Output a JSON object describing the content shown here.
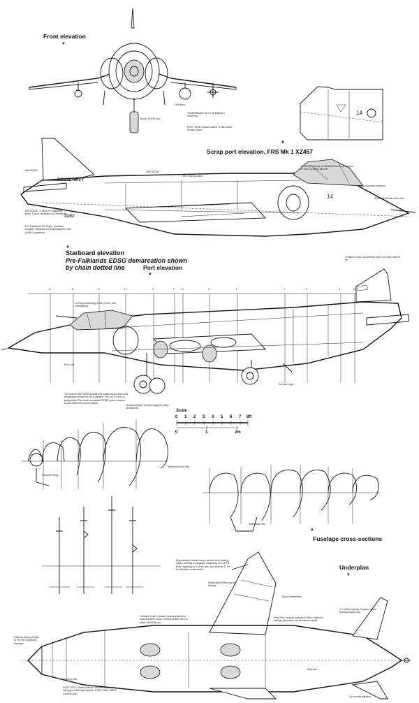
{
  "headings": {
    "front_elevation": "Front elevation",
    "scrap_port": "Scrap port elevation, FRS Mk 1 XZ457",
    "starboard_elevation": "Starboard elevation",
    "starboard_sub_1": "Pre-Falklands EDSG demarcation shown",
    "starboard_sub_2": "by chain dotted line",
    "port_elevation": "Port elevation",
    "fuselage_cross_sections": "Fuselage cross-sections",
    "underplan": "Underplan"
  },
  "markings": {
    "royal_navy": "ROYAL NAVY",
    "serial": "XZ457",
    "fin_code": "14",
    "nose_numbers": "14"
  },
  "scale": {
    "title": "Scale",
    "feet": [
      "0",
      "1",
      "2",
      "3",
      "4",
      "5",
      "6",
      "7",
      "8ft"
    ],
    "metres": [
      "0",
      "1",
      "2m"
    ]
  },
  "stations": [
    "A",
    "B",
    "C",
    "D",
    "E",
    "F",
    "G",
    "H",
    "I",
    "J",
    "K",
    "L",
    "M"
  ],
  "notes": {
    "fuel_tank": "Fuel tank.",
    "sidewinder": "'SIDEWINDER' Air to Air Missile & mounting.",
    "port_side_loaded": "PORT SIDE Shown loaded. STBD SIDE Shown 'down'.",
    "adem": "30mm 'ADEN' pod.",
    "sqdn_899": "899 SQDN",
    "sqdn_800": "800 SQDN",
    "sqdn_801": "801 SQDN codes",
    "sqdn_note": "809 SQDN - 2 Flight re-Falklands paint. Colour relocated on Hermes fin.",
    "pre_falklands": "Pre-Falklands 'ZA' Flight, standard location. Returned on shipboard 800, 801 & 899 Squadrons.",
    "scheme": "'SCHEME' Arrows on EDSG/DSG ltd. Amended on MSG scheme aircraft.",
    "varied_roundel": "Varied Roundel positions.",
    "edsg_demarcation": "EDSG/W Demarcation line",
    "inflight_refuel": "In-Flight refuelling probe (Fixed, non-retractable).",
    "pressure_head": "Pressure head, sometimes have one each side of fin.",
    "port_only": "Port only.",
    "tiedown": "Tie down lugs.",
    "upper_auxiliary": "The uppermost FOUR auxiliary air intake doors each side droop open whilst the a/c is parked. The FIFTH door is partly open. The door beneath at STBD probe remains closed while the probe is fitted.",
    "undercarriage": "Undercarriage Tie-down lugs (for Deck operations).",
    "starboard_side_only": "Starboard side only.",
    "radome_hinge": "Radome Hinge.",
    "starboard_only_2": "Starboard only.",
    "uppersurface": "Uppersurface colour wraps around the Leading edges of Wing & Tailplane, beginning at X at the Root, tapering to Z at the tips, and extends 1\" for the tailplane underneath.",
    "pylon": "Detachable Pylon mount fairings.",
    "pylon_centreline": "Pylon centrelines.",
    "forward_cold": "Forward 'Cold' exhaust nozzles painted in local airframe colour. Ventral strake fitted in place of ADEN pod.",
    "rear_hot": "Rear 'Hot' exhaust nozzles & Efflux deflector fairings (Brownish, burnt Natural metal).",
    "colour_overlap": "2\" Colour overlap of upper colour, leading edges only.",
    "radome_fairing": "Radome fairing hinges to Port for shipboard stowage.",
    "camera_port": "Camera port.",
    "port_side_shown": "PORT SIDE Shown Viewed, Ventral strake and Wing pylon fairings in place. STBD SIDE 'ADEN' Cannon pod.",
    "airbrake": "Airbrake.",
    "all_moving": "All-moving tailplane."
  }
}
